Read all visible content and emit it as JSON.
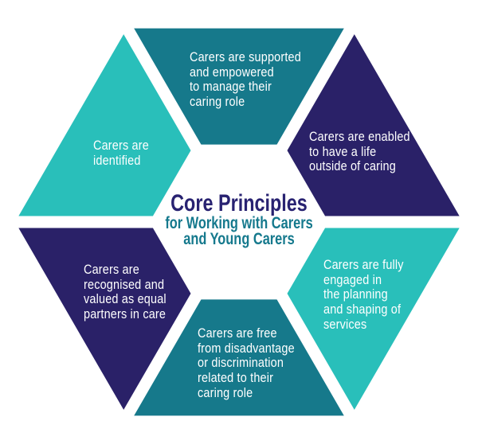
{
  "center": {
    "title": "Core Principles",
    "subtitle": "for Working with Carers\nand Young Carers"
  },
  "segments": [
    {
      "id": "top",
      "label": "Carers are supported\nand empowered\nto manage their\ncaring role",
      "color": "#16798B"
    },
    {
      "id": "top-right",
      "label": "Carers are enabled\nto have a life\noutside of caring",
      "color": "#2A2168"
    },
    {
      "id": "bottom-right",
      "label": "Carers are fully\nengaged in\nthe planning\nand shaping of\nservices",
      "color": "#29BFBA"
    },
    {
      "id": "bottom",
      "label": "Carers are free\nfrom disadvantage\nor discrimination\nrelated to their\ncaring role",
      "color": "#16798B"
    },
    {
      "id": "bottom-left",
      "label": "Carers are\nrecognised and\nvalued as equal\npartners in care",
      "color": "#2A2168"
    },
    {
      "id": "top-left",
      "label": "Carers are\nidentified",
      "color": "#29BFBA"
    }
  ],
  "colors": {
    "teal": "#16798B",
    "navy": "#2A2168",
    "turquoise": "#29BFBA",
    "title_text": "#282271",
    "subtitle_text": "#15798D",
    "segment_text": "#FFFFFF",
    "divider": "#FFFFFF",
    "background": "#FFFFFF"
  }
}
